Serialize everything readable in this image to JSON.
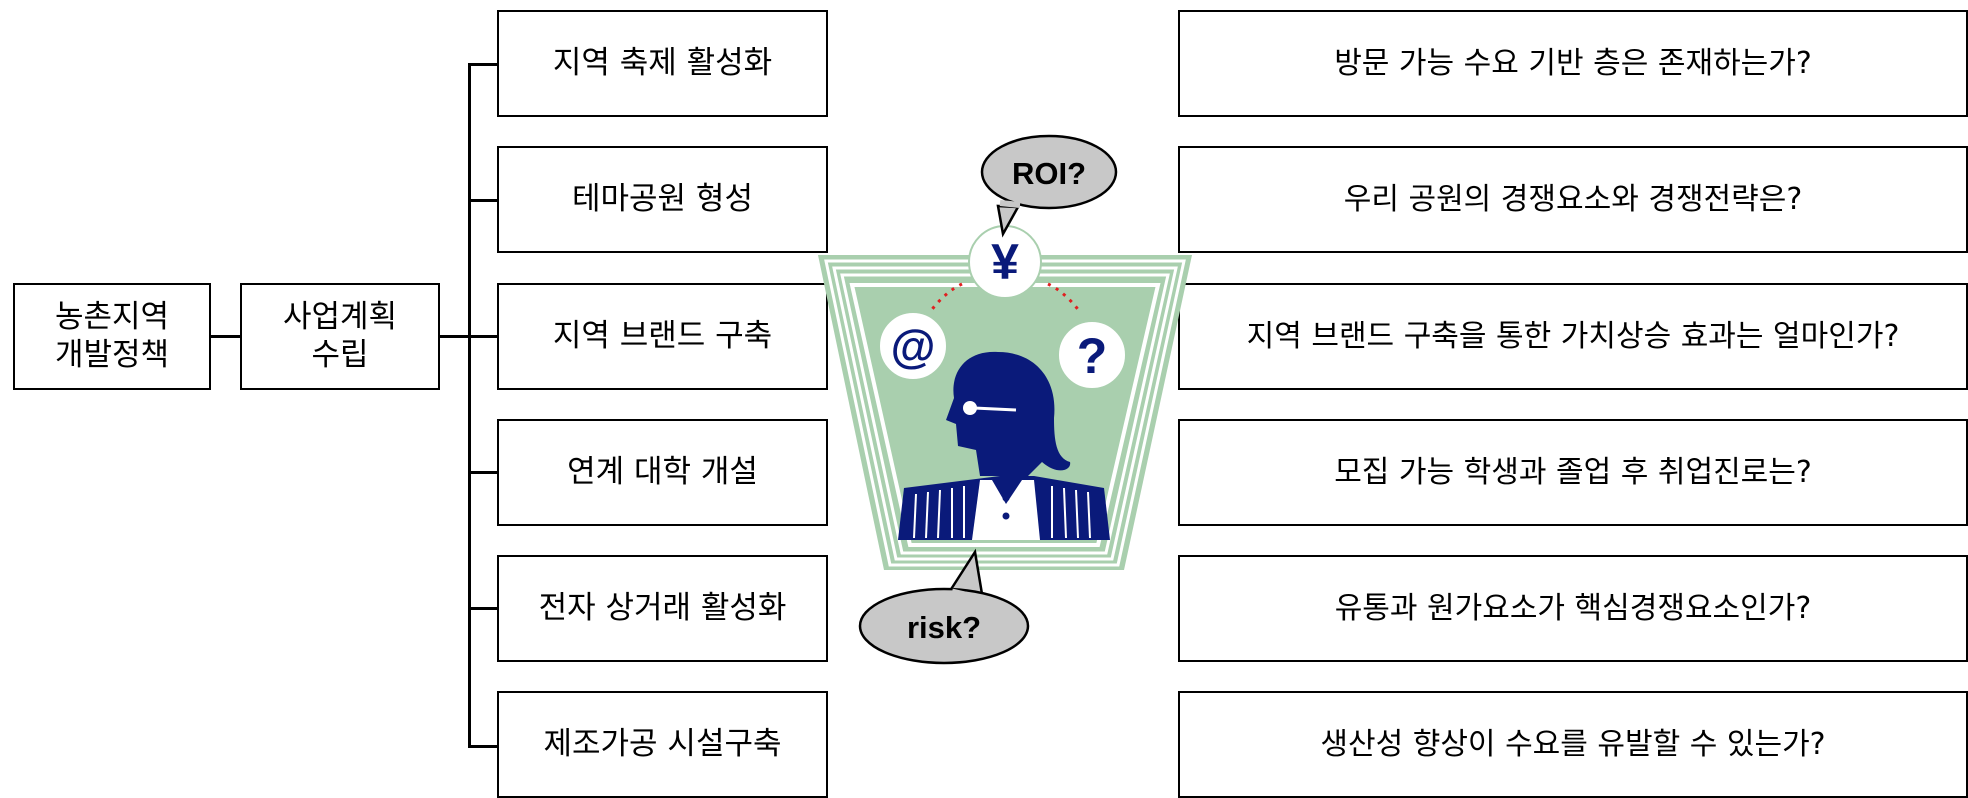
{
  "root": {
    "label": "농촌지역\n개발정책"
  },
  "plan": {
    "label": "사업계획\n수립"
  },
  "policies": [
    "지역 축제 활성화",
    "테마공원 형성",
    "지역 브랜드 구축",
    "연계 대학 개설",
    "전자 상거래 활성화",
    "제조가공 시설구축"
  ],
  "questions": [
    "방문 가능 수요 기반 층은 존재하는가?",
    "우리 공원의 경쟁요소와 경쟁전략은?",
    "지역 브랜드 구축을 통한 가치상승 효과는 얼마인가?",
    "모집 가능 학생과 졸업 후 취업진로는?",
    "유통과 원가요소가 핵심경쟁요소인가?",
    "생산성 향상이 수요를 유발할 수 있는가?"
  ],
  "illustration": {
    "bubble_top": "ROI?",
    "bubble_bottom": "risk?",
    "coin_yen": "¥",
    "coin_at": "@",
    "coin_question": "?",
    "colors": {
      "frame_fill": "#a9cfae",
      "figure": "#0a1a7a",
      "bubble": "#c8c8c8"
    }
  }
}
